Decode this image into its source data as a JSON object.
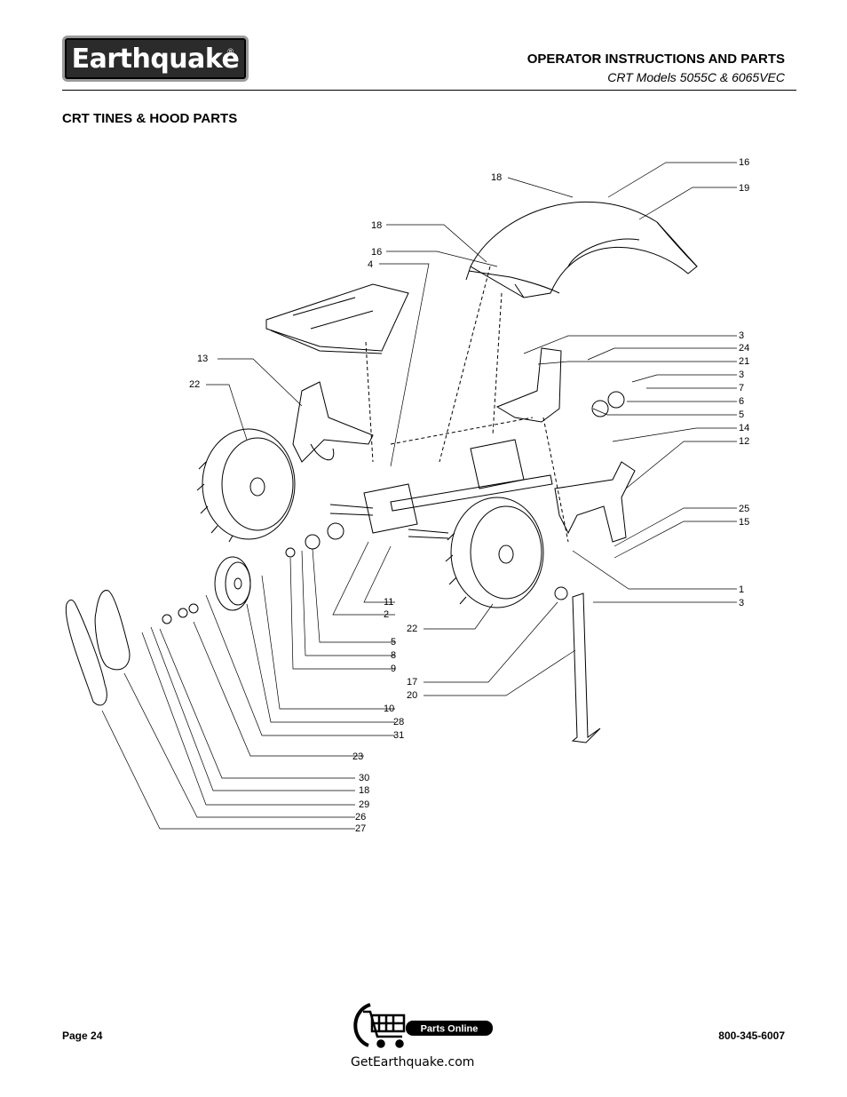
{
  "header": {
    "brand": "Earthquake",
    "title": "OPERATOR INSTRUCTIONS AND PARTS",
    "subtitle": "CRT Models 5055C & 6065VEC"
  },
  "section_title": "CRT TINES & HOOD PARTS",
  "callouts": {
    "c16a": "16",
    "c19": "19",
    "c18a": "18",
    "c18b": "18",
    "c16b": "16",
    "c4": "4",
    "c13": "13",
    "c22a": "22",
    "c3a": "3",
    "c24": "24",
    "c21": "21",
    "c3b": "3",
    "c7": "7",
    "c6": "6",
    "c5a": "5",
    "c14": "14",
    "c12": "12",
    "c25": "25",
    "c15": "15",
    "c1": "1",
    "c3c": "3",
    "c11": "11",
    "c2": "2",
    "c22b": "22",
    "c5b": "5",
    "c8": "8",
    "c9": "9",
    "c17": "17",
    "c20": "20",
    "c10": "10",
    "c28": "28",
    "c31": "31",
    "c23": "23",
    "c30": "30",
    "c18c": "18",
    "c29": "29",
    "c26": "26",
    "c27": "27"
  },
  "footer": {
    "page": "Page 24",
    "parts_badge": "Parts Online",
    "url": "GetEarthquake.com",
    "phone": "800-345-6007"
  }
}
